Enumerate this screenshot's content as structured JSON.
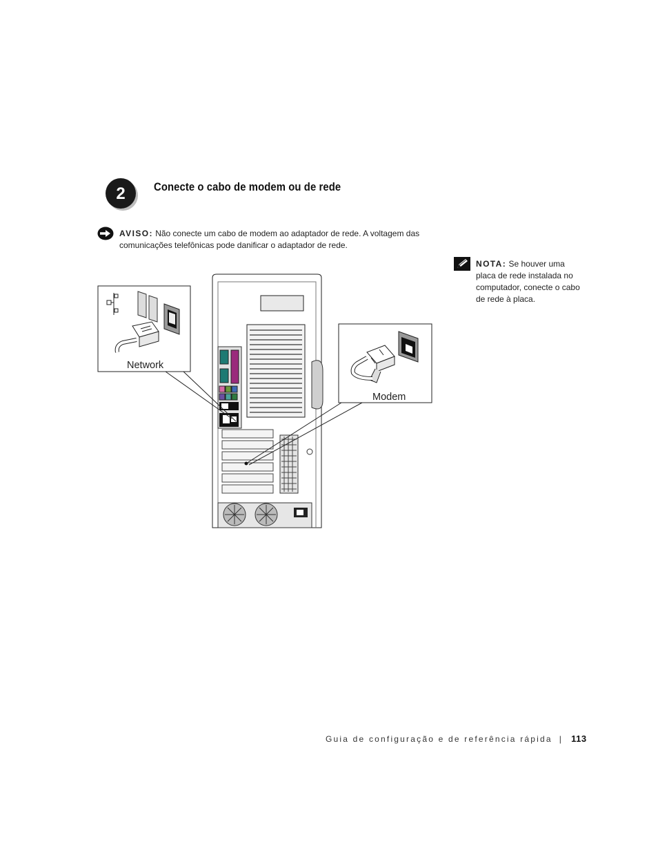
{
  "step": {
    "number": "2",
    "title": "Conecte o cabo de modem ou de rede"
  },
  "notice": {
    "icon": "notice-arrow-icon",
    "label": "AVISO:",
    "text": "Não conecte um cabo de modem ao adaptador de rede. A voltagem das comunicações telefônicas pode danificar o adaptador de rede."
  },
  "note": {
    "icon": "pencil-note-icon",
    "label": "NOTA:",
    "text": "Se houver uma placa de rede instalada no computador, conecte o cabo de rede à placa."
  },
  "figure": {
    "network_label": "Network",
    "modem_label": "Modem"
  },
  "footer": {
    "guide_title": "Guia de configuração e de referência rápida",
    "separator": "|",
    "page_number": "113"
  },
  "colors": {
    "text": "#111111",
    "badge": "#1a1a1a",
    "line_art": "#222222",
    "panel_gray": "#e6e6e6"
  }
}
